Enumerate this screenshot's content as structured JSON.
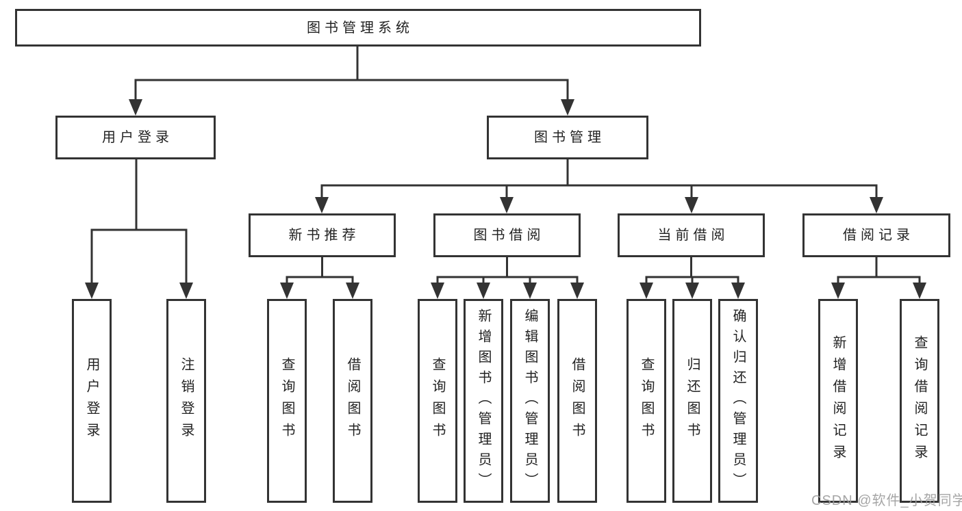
{
  "diagram": {
    "root": {
      "label": "图书管理系统"
    },
    "children": [
      {
        "label": "用户登录",
        "children": [
          {
            "label": "用户登录"
          },
          {
            "label": "注销登录"
          }
        ]
      },
      {
        "label": "图书管理",
        "children": [
          {
            "label": "新书推荐",
            "children": [
              {
                "label": "查询图书"
              },
              {
                "label": "借阅图书"
              }
            ]
          },
          {
            "label": "图书借阅",
            "children": [
              {
                "label": "查询图书"
              },
              {
                "label": "新增图书（管理员）"
              },
              {
                "label": "编辑图书（管理员）"
              },
              {
                "label": "借阅图书"
              }
            ]
          },
          {
            "label": "当前借阅",
            "children": [
              {
                "label": "查询图书"
              },
              {
                "label": "归还图书"
              },
              {
                "label": "确认归还（管理员）"
              }
            ]
          },
          {
            "label": "借阅记录",
            "children": [
              {
                "label": "新增借阅记录"
              },
              {
                "label": "查询借阅记录"
              }
            ]
          }
        ]
      }
    ]
  },
  "watermark": {
    "text": "CSDN @软件_小贺同学"
  },
  "colors": {
    "line": "#333333",
    "border": "#333333",
    "text": "#222222",
    "background": "#ffffff",
    "watermark": "#9c9c9c"
  }
}
